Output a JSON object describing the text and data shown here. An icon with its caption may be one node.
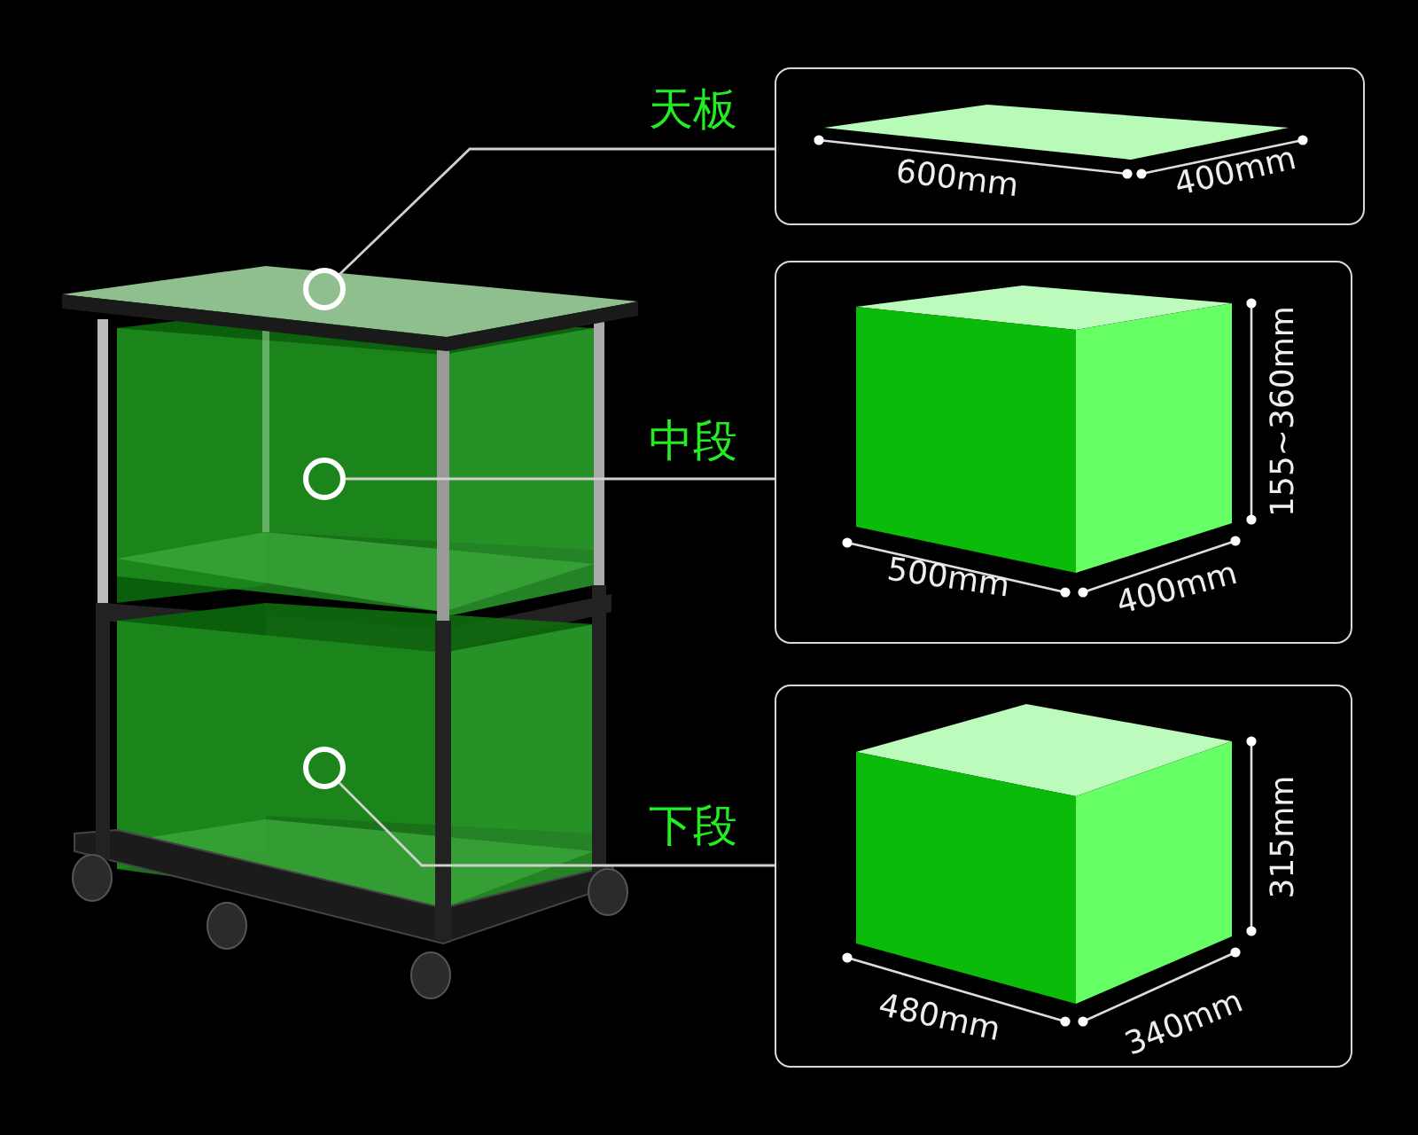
{
  "diagram": {
    "nodes": [
      {
        "text": [
          "天板"
        ]
      },
      {
        "text": [
          "中段"
        ]
      },
      {
        "text": [
          "下段"
        ]
      },
      {
        "text": [],
        "shape": "circle"
      },
      {
        "text": [],
        "shape": "circle"
      },
      {
        "text": [],
        "shape": "circle"
      }
    ],
    "edges": [
      {
        "from": 3,
        "to": 0,
        "arrow": "none"
      },
      {
        "from": 4,
        "to": 1,
        "arrow": "none"
      },
      {
        "from": 5,
        "to": 2,
        "arrow": "none"
      }
    ],
    "labels": [
      "600mm",
      "400mm",
      "500mm",
      "400mm",
      "155~360mm",
      "480mm",
      "340mm",
      "315mm"
    ]
  }
}
